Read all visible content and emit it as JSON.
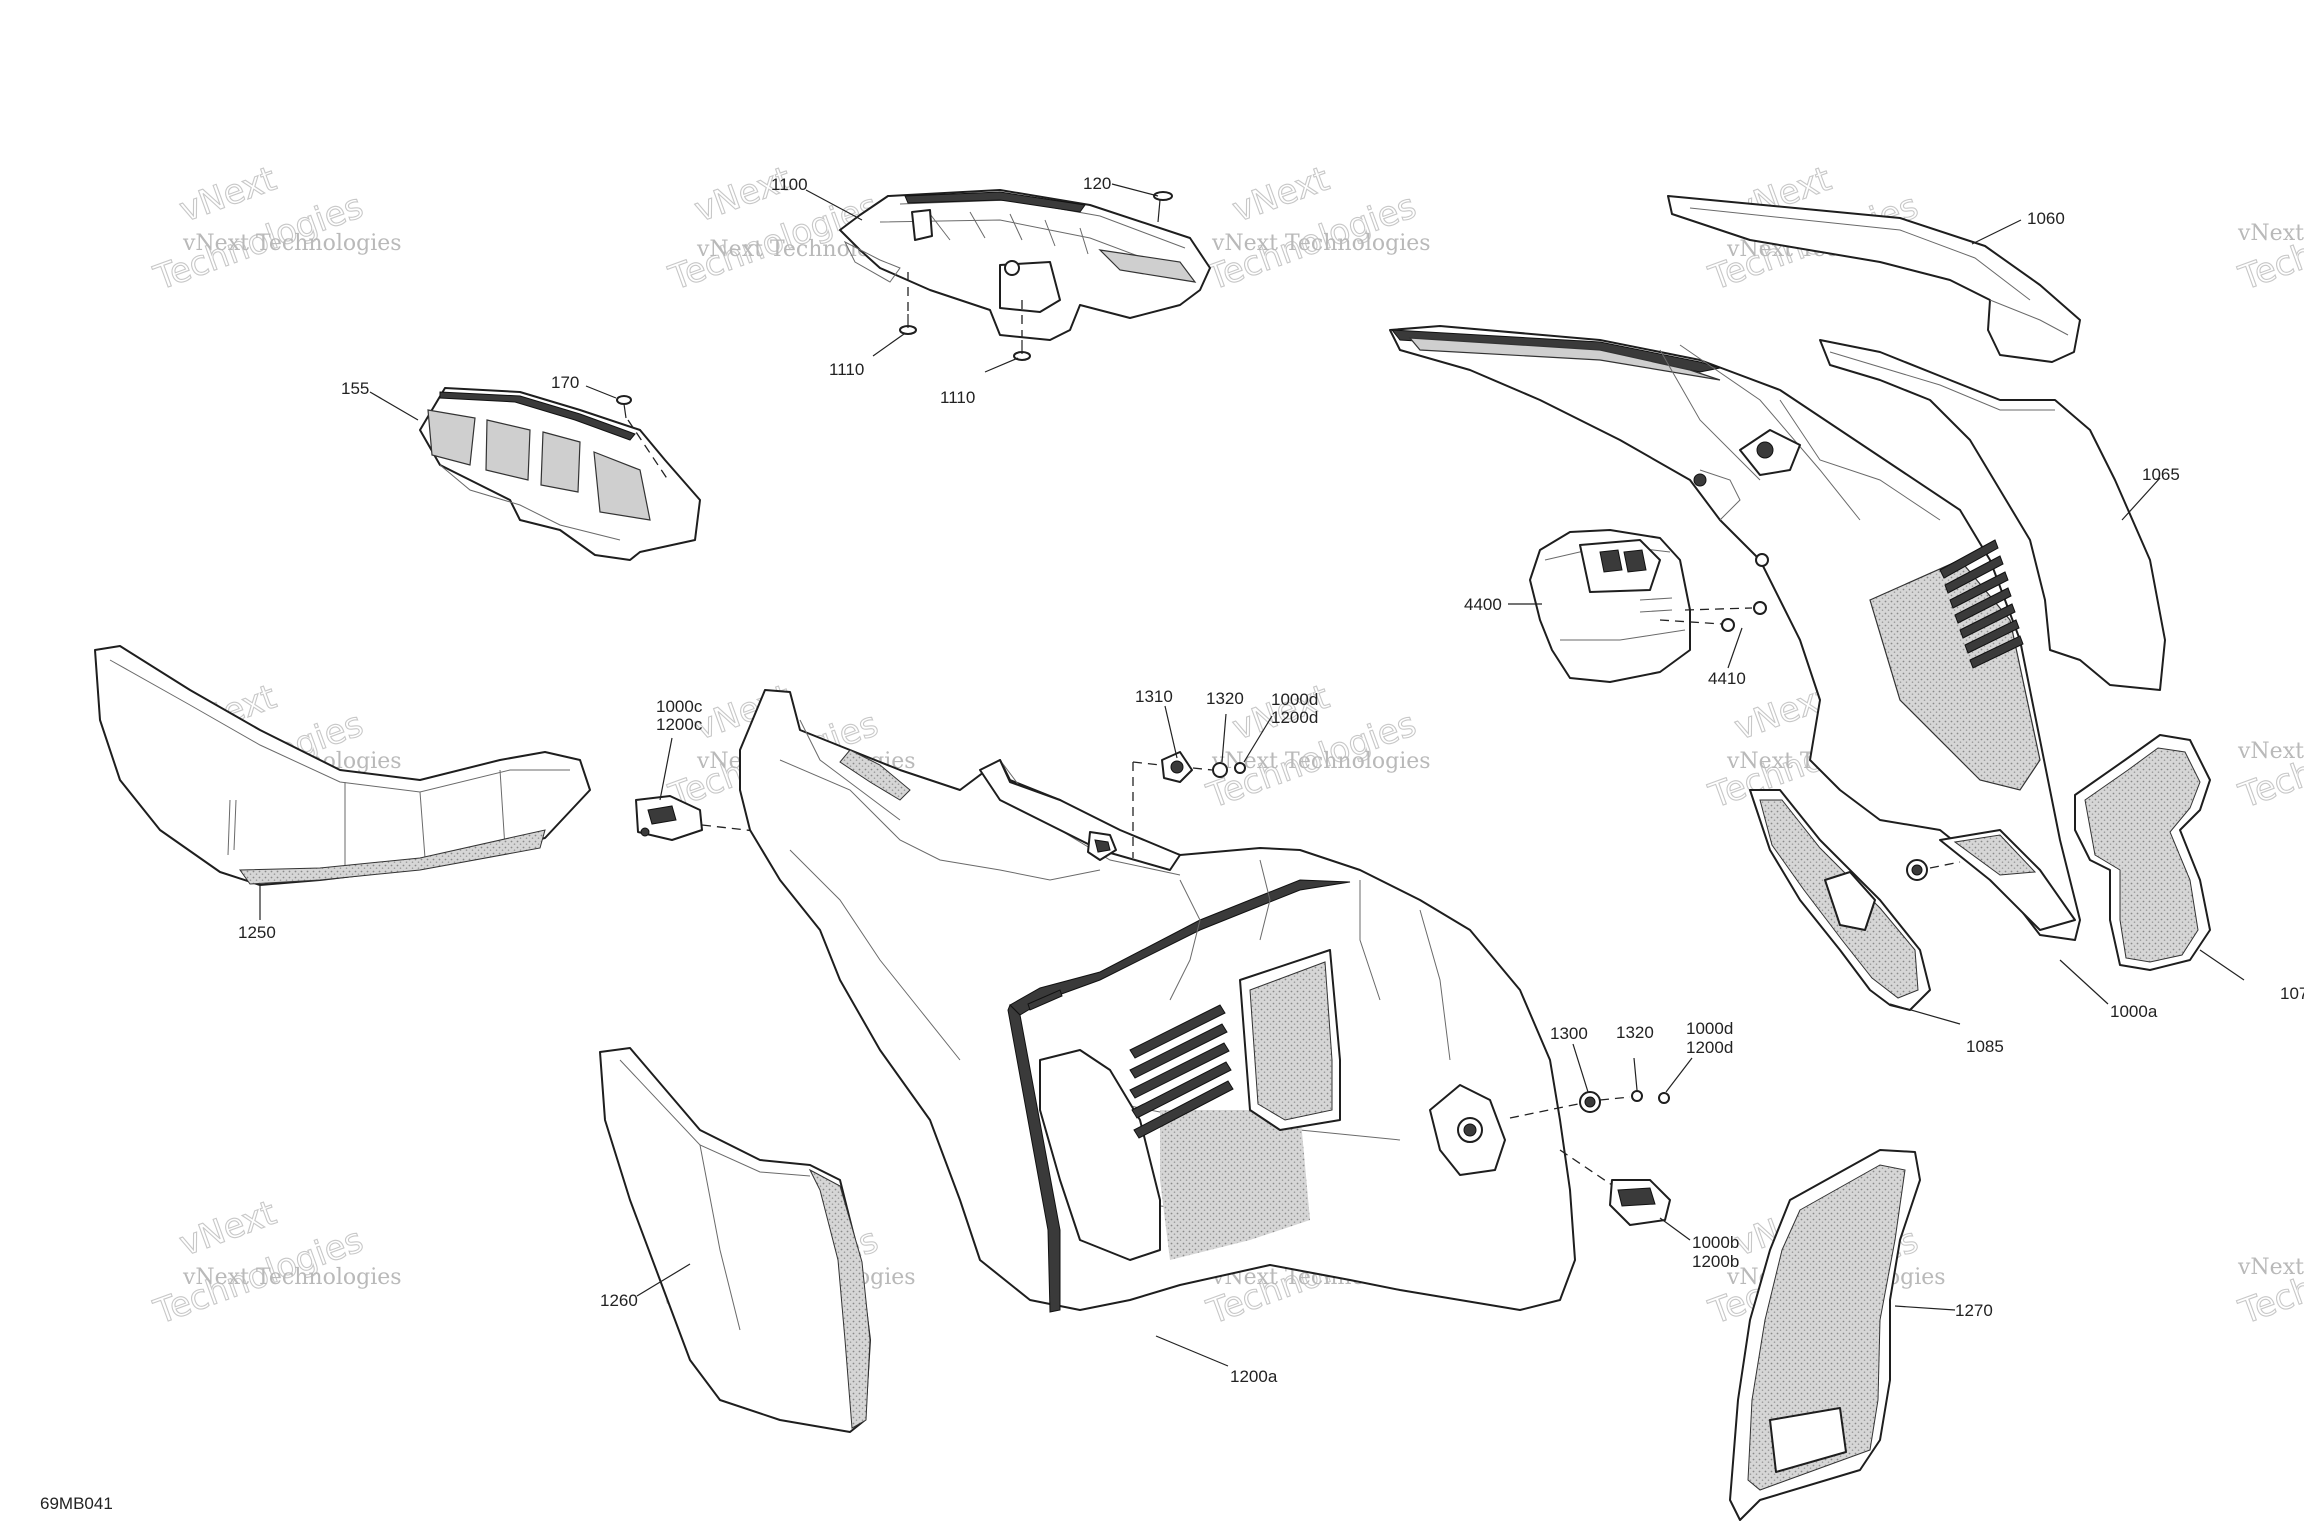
{
  "diagram_code": "69MB041",
  "watermark": {
    "line1": "vNext Technologies",
    "line2": "vNext",
    "line3": "Technologies"
  },
  "callouts": {
    "c1100": "1100",
    "c120": "120",
    "c1110a": "1110",
    "c1110b": "1110",
    "c155": "155",
    "c170": "170",
    "c1060": "1060",
    "c1065": "1065",
    "c4400": "4400",
    "c4410": "4410",
    "c1250": "1250",
    "c1000c": "1000c",
    "c1200c": "1200c",
    "c1310": "1310",
    "c1320a": "1320",
    "c1000d_a": "1000d",
    "c1200d_a": "1200d",
    "c1300": "1300",
    "c1320b": "1320",
    "c1000d_b": "1000d",
    "c1200d_b": "1200d",
    "c1000b": "1000b",
    "c1200b": "1200b",
    "c1085": "1085",
    "c1000a": "1000a",
    "c107x": "107",
    "c1260": "1260",
    "c1200a": "1200a",
    "c1270": "1270"
  }
}
